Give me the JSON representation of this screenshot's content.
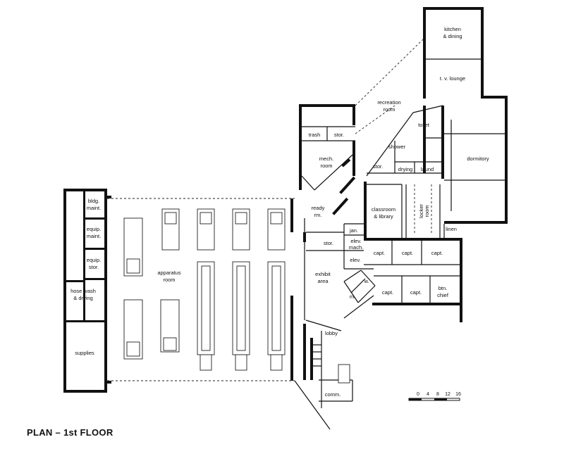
{
  "caption": "PLAN – 1st FLOOR",
  "rooms": {
    "kitchen": [
      "kitchen",
      "& dining"
    ],
    "tv_lounge": "t. v. lounge",
    "recreation": [
      "recreation",
      "room"
    ],
    "toilet": "toilet",
    "shower": "shower",
    "stor_small": "stor.",
    "drying": "drying",
    "laund": "laund",
    "dormitory": "dormitory",
    "trash": "trash",
    "stor_trash": "stor.",
    "mech": [
      "mech.",
      "room"
    ],
    "ready": [
      "ready",
      "rm."
    ],
    "classroom": [
      "classroom",
      "& library"
    ],
    "locker": [
      "locker",
      "room"
    ],
    "linen": "linen",
    "jan": "jan.",
    "elev_mach": [
      "elev.",
      "mach."
    ],
    "stor_elev": "stor.",
    "elev": "elev.",
    "capt_top_1": "capt.",
    "capt_top_2": "capt.",
    "capt_top_3": "capt.",
    "capt_bot_1": "capt.",
    "capt_bot_2": "capt.",
    "btn_chief": [
      "btn.",
      "chief"
    ],
    "w": "w.",
    "m": "m.",
    "exhibit": [
      "exhibit",
      "area"
    ],
    "lobby": "lobby",
    "comm": "comm.",
    "bldg_maint": [
      "bldg.",
      "maint."
    ],
    "equip_maint": [
      "equip.",
      "maint."
    ],
    "equip_stor": [
      "equip.",
      "stor."
    ],
    "hose_wash": [
      "hose wash",
      "& drying"
    ],
    "supplies": "supplies",
    "apparatus": [
      "apparatus",
      "room"
    ]
  },
  "scale": {
    "ticks": [
      "0",
      "4",
      "8",
      "12",
      "16"
    ]
  }
}
